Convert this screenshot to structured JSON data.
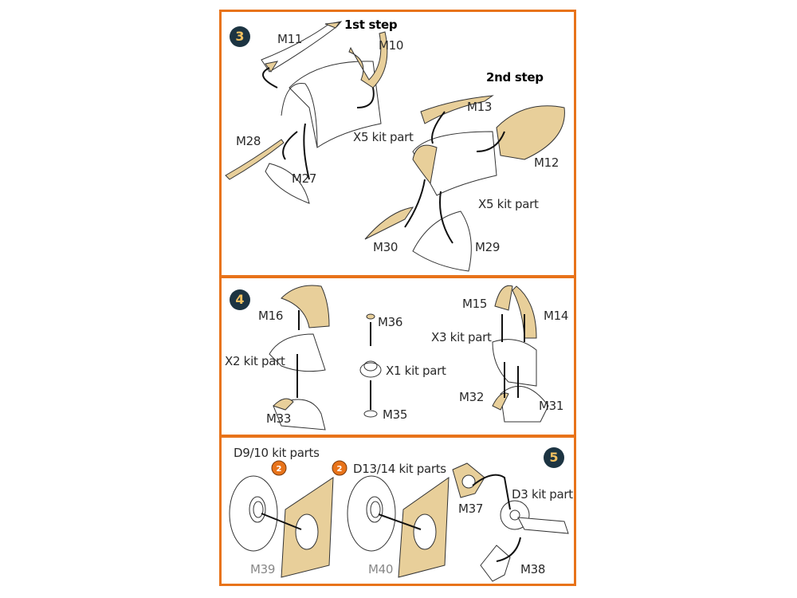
{
  "colors": {
    "frame": "#e8731a",
    "mask": "#e8cf9a",
    "badge": "#1c3442"
  },
  "step3": {
    "number": "3",
    "first_step": "1st step",
    "second_step": "2nd step",
    "labels": {
      "m11": "M11",
      "m10": "M10",
      "m28": "M28",
      "m27": "M27",
      "x5a": "X5 kit part",
      "m13": "M13",
      "m12": "M12",
      "x5b": "X5 kit part",
      "m30": "M30",
      "m29": "M29"
    }
  },
  "step4": {
    "number": "4",
    "labels": {
      "m16": "M16",
      "x2": "X2 kit part",
      "m33": "M33",
      "m36": "M36",
      "x1": "X1 kit part",
      "m35": "M35",
      "m15": "M15",
      "m14": "M14",
      "x3": "X3 kit part",
      "m32": "M32",
      "m31": "M31"
    }
  },
  "step5": {
    "number": "5",
    "labels": {
      "d910": "D9/10 kit parts",
      "d1314": "D13/14 kit parts",
      "m37": "M37",
      "d3": "D3 kit part",
      "m39": "M39",
      "m40": "M40",
      "m38": "M38"
    },
    "repeat_icon_count": "2"
  }
}
